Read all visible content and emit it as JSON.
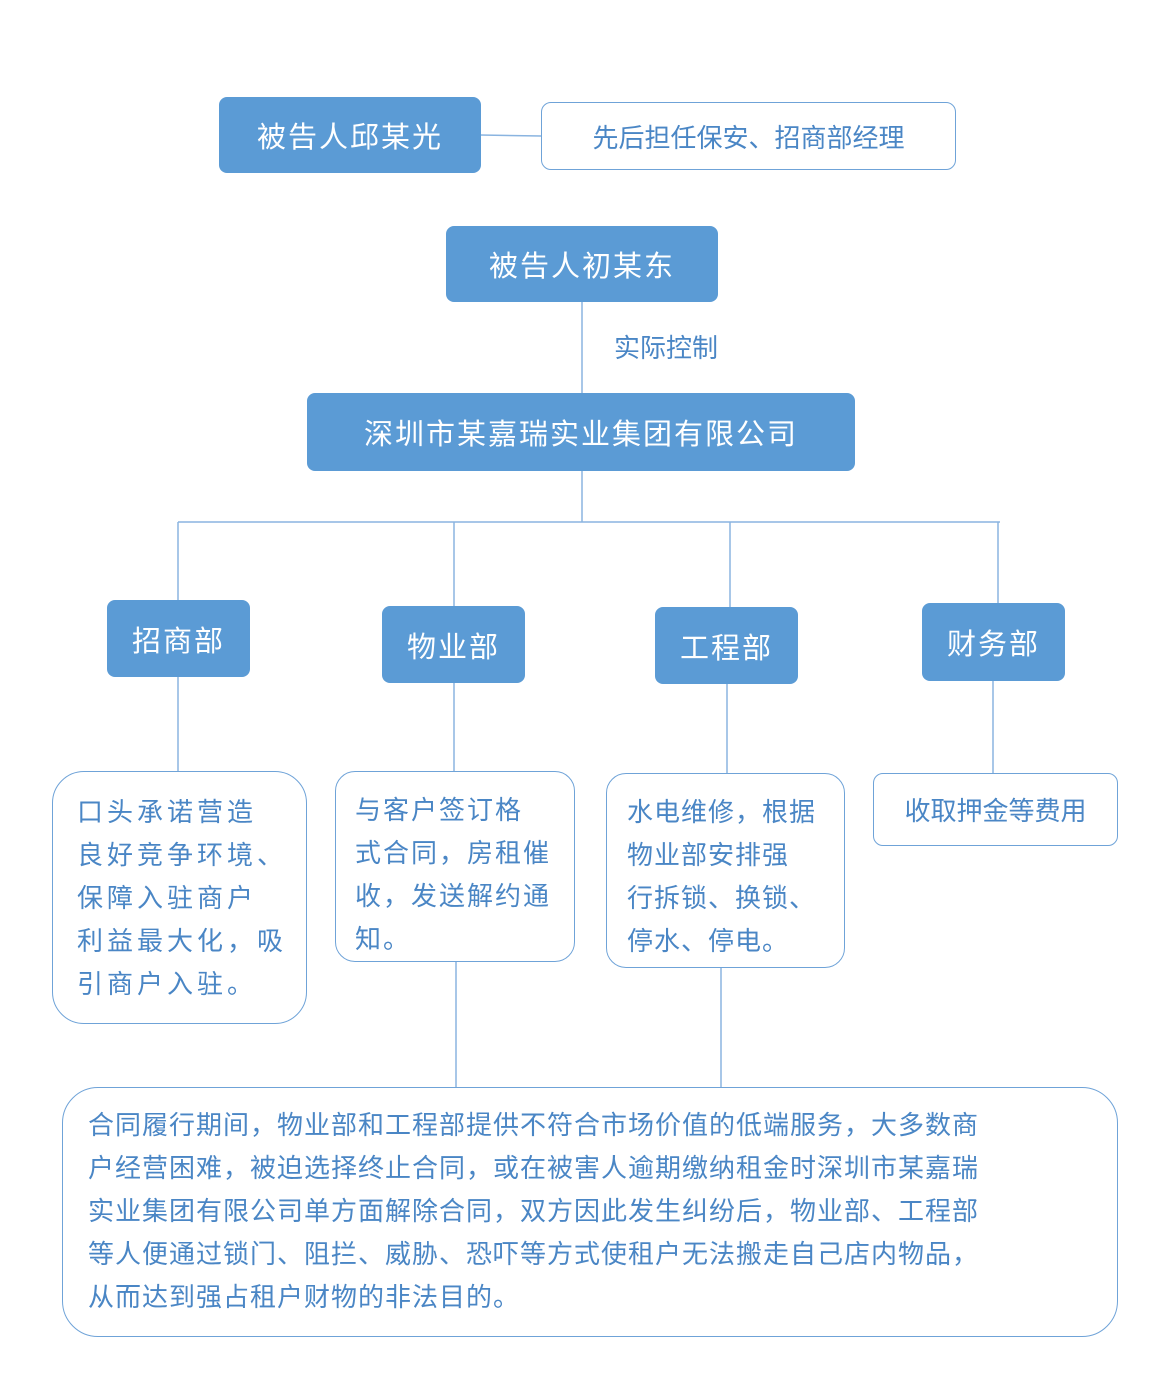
{
  "colors": {
    "accent": "#5b9bd5",
    "text": "#4a86c5",
    "border": "#6fa3d8",
    "line": "#8ab4e0"
  },
  "defendant_qiu": {
    "name": "被告人邱某光",
    "role": "先后担任保安、招商部经理"
  },
  "defendant_chu": {
    "name": "被告人初某东",
    "relation": "实际控制"
  },
  "company": {
    "name": "深圳市某嘉瑞实业集团有限公司"
  },
  "departments": [
    {
      "name": "招商部",
      "duty": [
        "口头承诺营造",
        "良好竞争环境、",
        "保障入驻商户",
        "利益最大化，吸",
        "引商户入驻。"
      ]
    },
    {
      "name": "物业部",
      "duty": [
        "与客户签订格",
        "式合同，房租催",
        "收，发送解约通",
        "知。"
      ]
    },
    {
      "name": "工程部",
      "duty": [
        "水电维修，根据",
        "物业部安排强",
        "行拆锁、换锁、",
        "停水、停电。"
      ]
    },
    {
      "name": "财务部",
      "duty": [
        "收取押金等费用"
      ]
    }
  ],
  "summary": [
    "合同履行期间，物业部和工程部提供不符合市场价值的低端服务，大多数商",
    "户经营困难，被迫选择终止合同，或在被害人逾期缴纳租金时深圳市某嘉瑞",
    "实业集团有限公司单方面解除合同，双方因此发生纠纷后，物业部、工程部",
    "等人便通过锁门、阻拦、威胁、恐吓等方式使租户无法搬走自己店内物品，",
    "从而达到强占租户财物的非法目的。"
  ]
}
